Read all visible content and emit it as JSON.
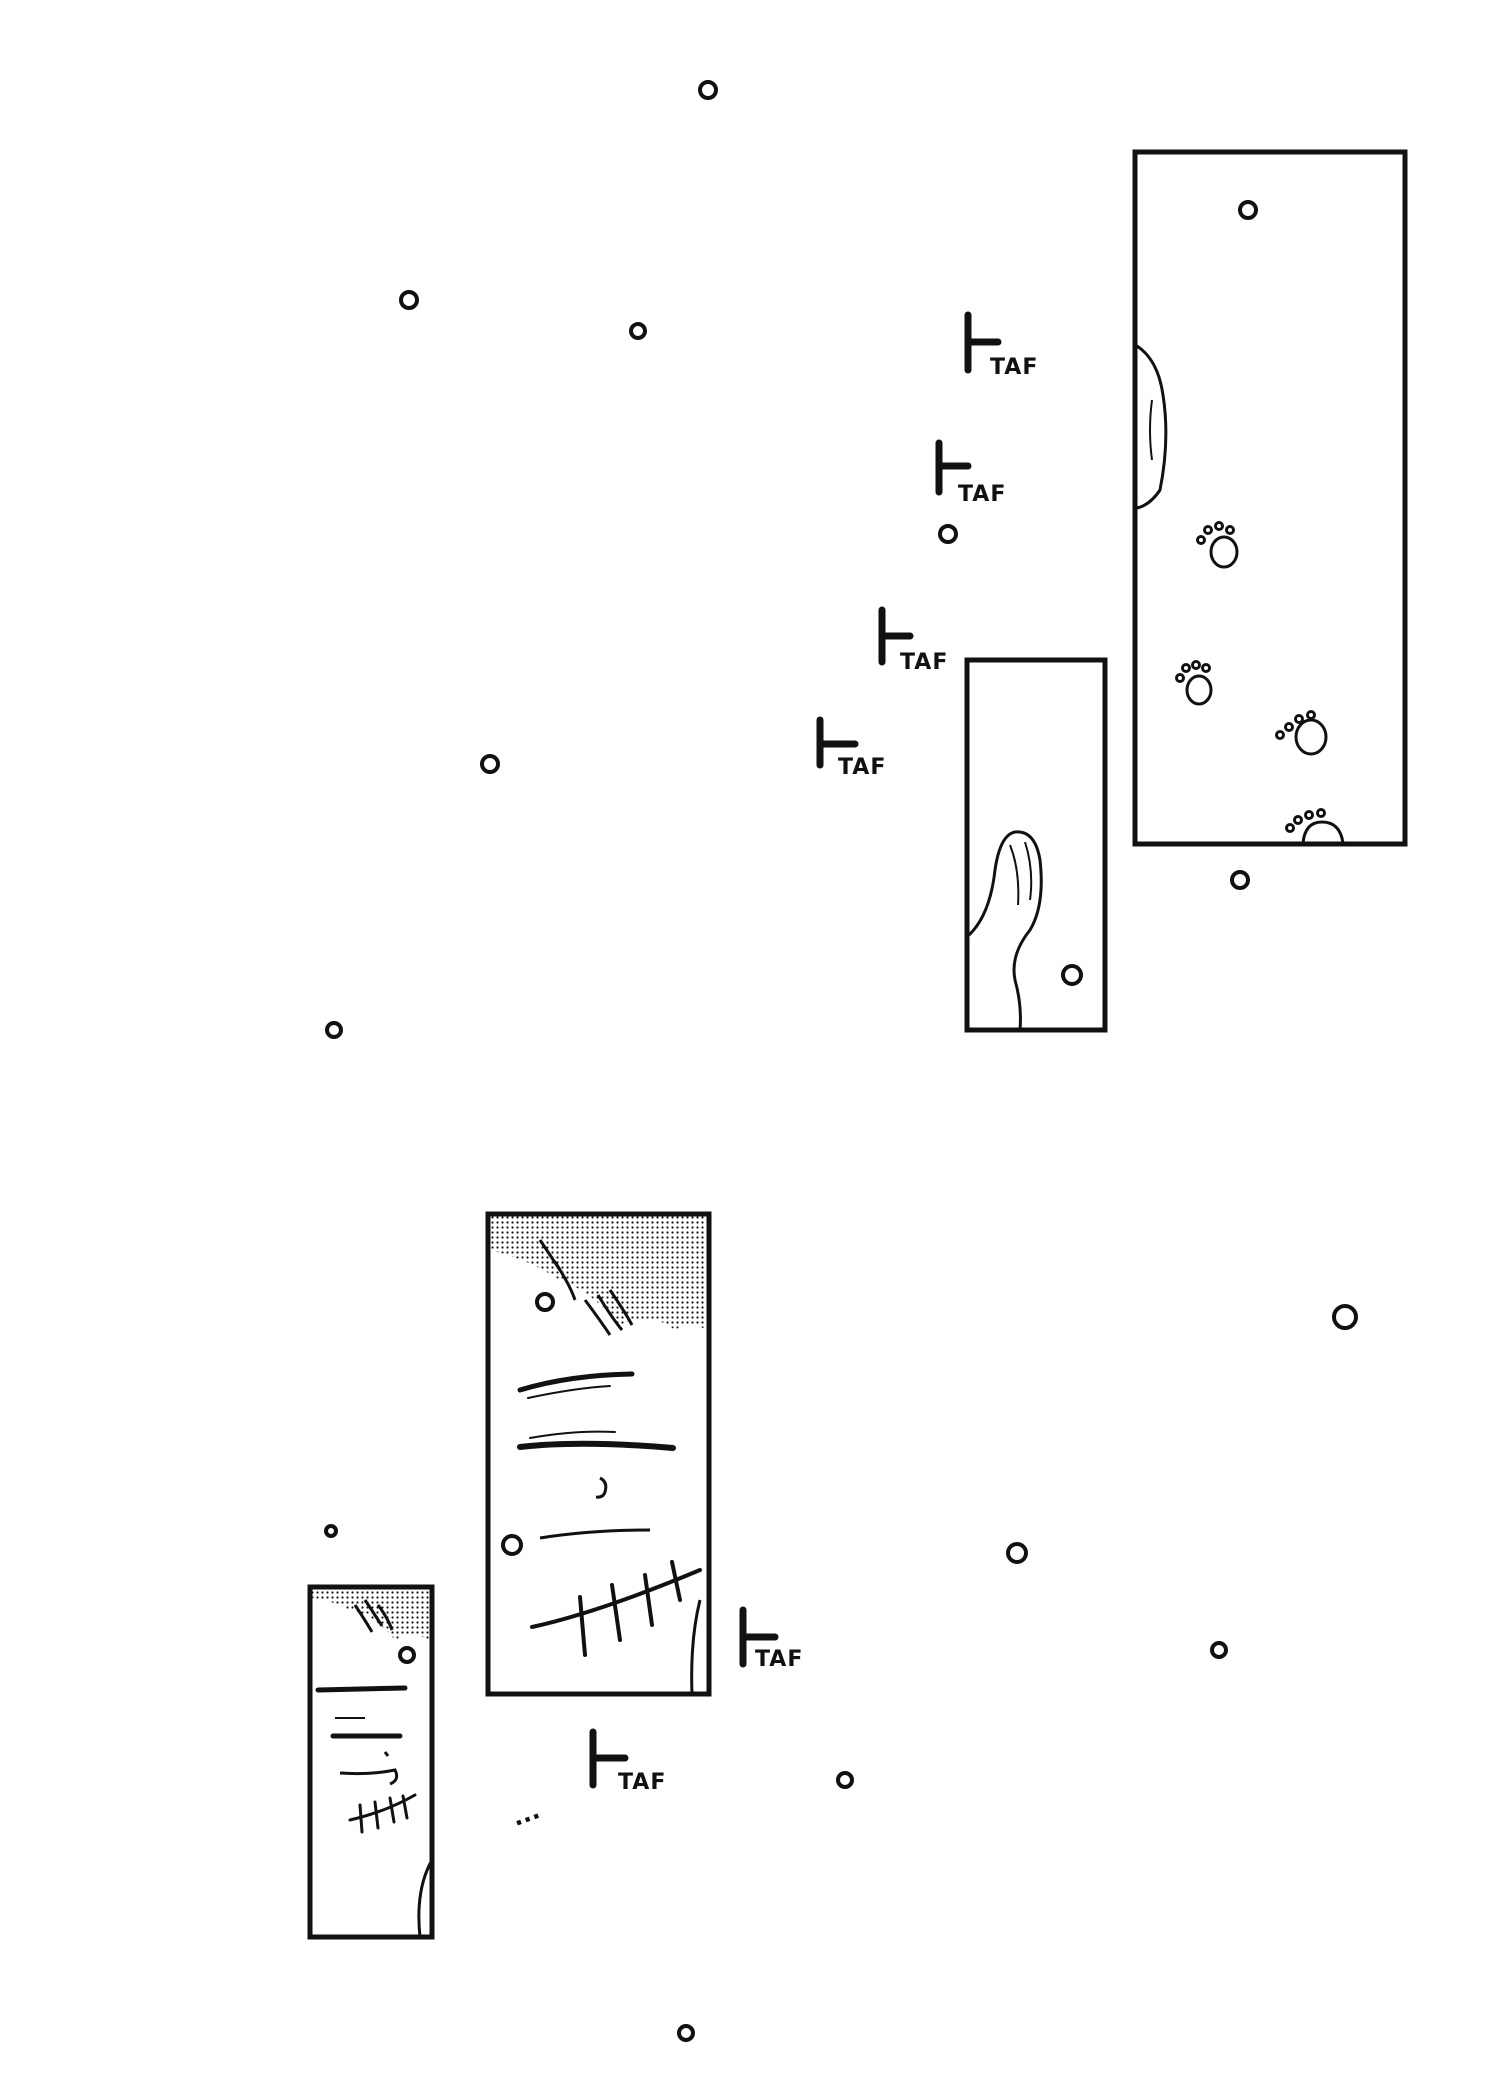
{
  "page": {
    "background": "#ffffff",
    "ink": "#111111"
  },
  "sfx": {
    "taf_1": "TAF",
    "taf_2": "TAF",
    "taf_3": "TAF",
    "taf_4": "TAF",
    "taf_5": "TAF",
    "taf_6": "TAF"
  },
  "ellipsis": "..."
}
